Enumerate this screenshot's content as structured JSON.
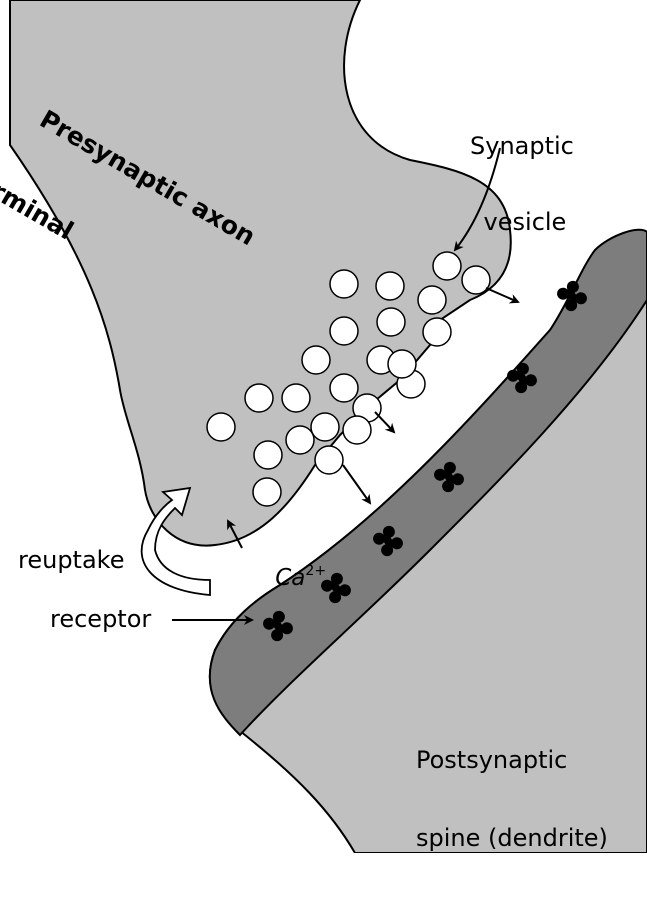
{
  "labels": {
    "presynaptic": "Presynaptic axon",
    "terminal": "terminal",
    "synaptic_vesicle_1": "Synaptic",
    "synaptic_vesicle_2": "vesicle",
    "reuptake": "reuptake",
    "receptor": "receptor",
    "calcium": "Ca",
    "calcium_sup": "2+",
    "postsynaptic_1": "Postsynaptic",
    "postsynaptic_2": "spine (dendrite)"
  },
  "colors": {
    "cell_fill": "#c0c0c0",
    "membrane_dark": "#7d7d7d",
    "vesicle_fill": "#ffffff",
    "receptor_fill": "#000000",
    "outline": "#000000"
  },
  "vesicle_count": 23,
  "receptor_count": 6
}
